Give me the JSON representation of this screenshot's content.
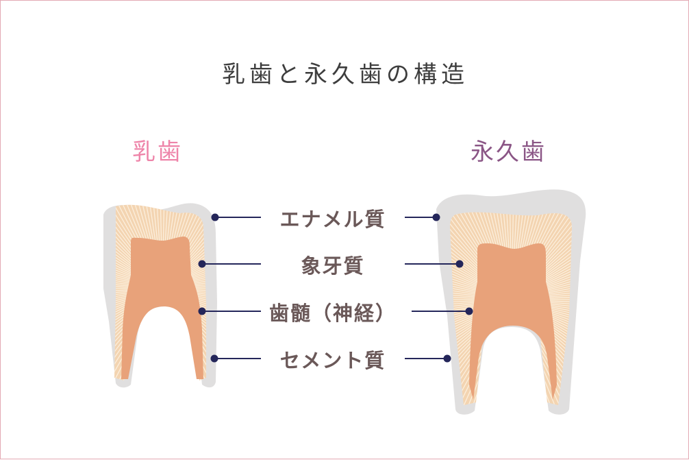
{
  "title": "乳歯と永久歯の構造",
  "teeth": {
    "primary": {
      "label": "乳歯"
    },
    "permanent": {
      "label": "永久歯"
    }
  },
  "parts": [
    {
      "key": "enamel",
      "label": "エナメル質"
    },
    {
      "key": "dentin",
      "label": "象牙質"
    },
    {
      "key": "pulp",
      "label": "歯髄（神経）"
    },
    {
      "key": "cementum",
      "label": "セメント質"
    }
  ],
  "colors": {
    "frame_border": "#e3a9b3",
    "title_text": "#3d3d3d",
    "primary_label": "#ee84a9",
    "permanent_label": "#8a5585",
    "part_label_text": "#6a5858",
    "leader_line": "#24265a",
    "enamel": "#e0dfdf",
    "dentin": "#f3d4b1",
    "pulp": "#e8a27a",
    "dentin_striation": "#fcefdd"
  }
}
